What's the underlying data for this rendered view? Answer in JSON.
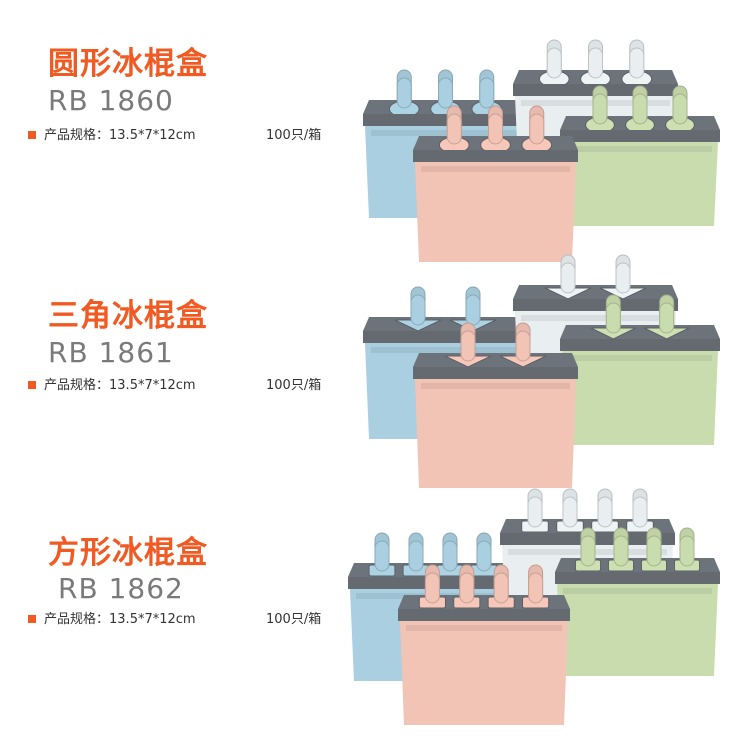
{
  "products": [
    {
      "title": "圆形冰棍盒",
      "model": "RB 1860",
      "spec_label": "产品规格：",
      "spec_size": "13.5*7*12cm",
      "quantity": "100只/箱",
      "mold_shape": "round"
    },
    {
      "title": "三角冰棍盒",
      "model": "RB 1861",
      "spec_label": "产品规格：",
      "spec_size": "13.5*7*12cm",
      "quantity": "100只/箱",
      "mold_shape": "triangle"
    },
    {
      "title": "方形冰棍盒",
      "model": "RB 1862",
      "spec_label": "产品规格：",
      "spec_size": "13.5*7*12cm",
      "quantity": "100只/箱",
      "mold_shape": "square"
    }
  ],
  "colors": {
    "accent": "#f15a22",
    "lid": "#6d737a",
    "blue": "#a9cfe0",
    "white": "#e9eef0",
    "pink": "#f2c4b6",
    "green": "#c9dcae"
  }
}
